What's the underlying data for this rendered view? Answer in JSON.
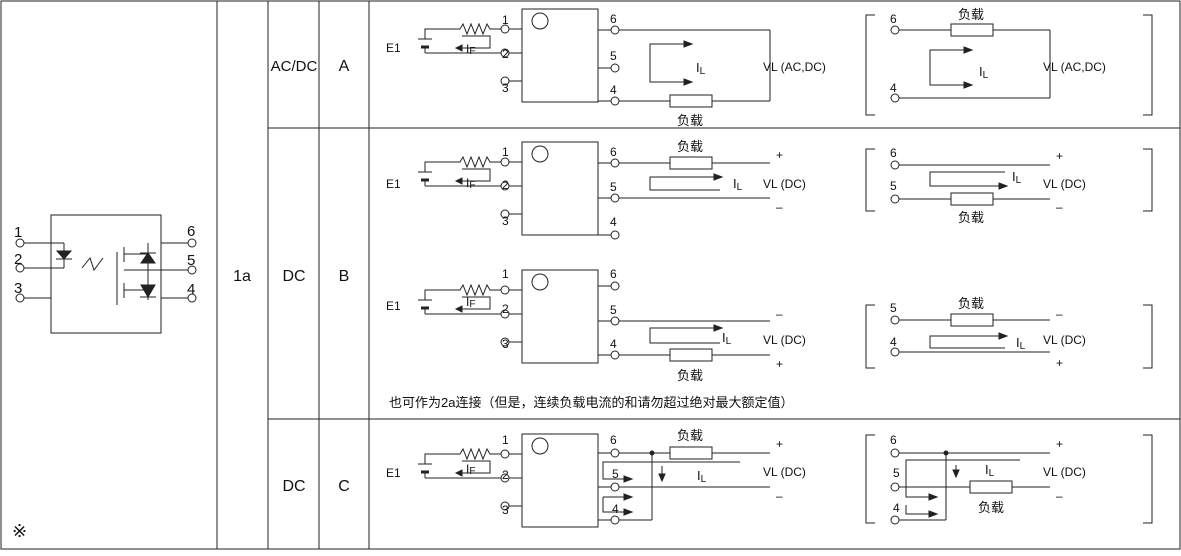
{
  "table": {
    "contact": "1a",
    "footnote_mark": "※",
    "rows": [
      {
        "load_type": "AC/DC",
        "connection": "A"
      },
      {
        "load_type": "DC",
        "connection": "B"
      },
      {
        "load_type": "DC",
        "connection": "C"
      }
    ],
    "note_2a": "也可作为2a连接（但是，连续负载电流的和请勿超过绝对最大额定值）"
  },
  "symbol": {
    "pins_left": [
      "1",
      "2",
      "3"
    ],
    "pins_right": [
      "6",
      "5",
      "4"
    ]
  },
  "labels": {
    "e1": "E1",
    "if_main": "I",
    "if_sub": "F",
    "il_main": "I",
    "il_sub": "L",
    "load": "负载",
    "vl_acdc": "VL (AC,DC)",
    "vl_dc": "VL (DC)",
    "plus": "+",
    "minus": "–"
  },
  "pins": [
    "1",
    "2",
    "3",
    "4",
    "5",
    "6"
  ]
}
